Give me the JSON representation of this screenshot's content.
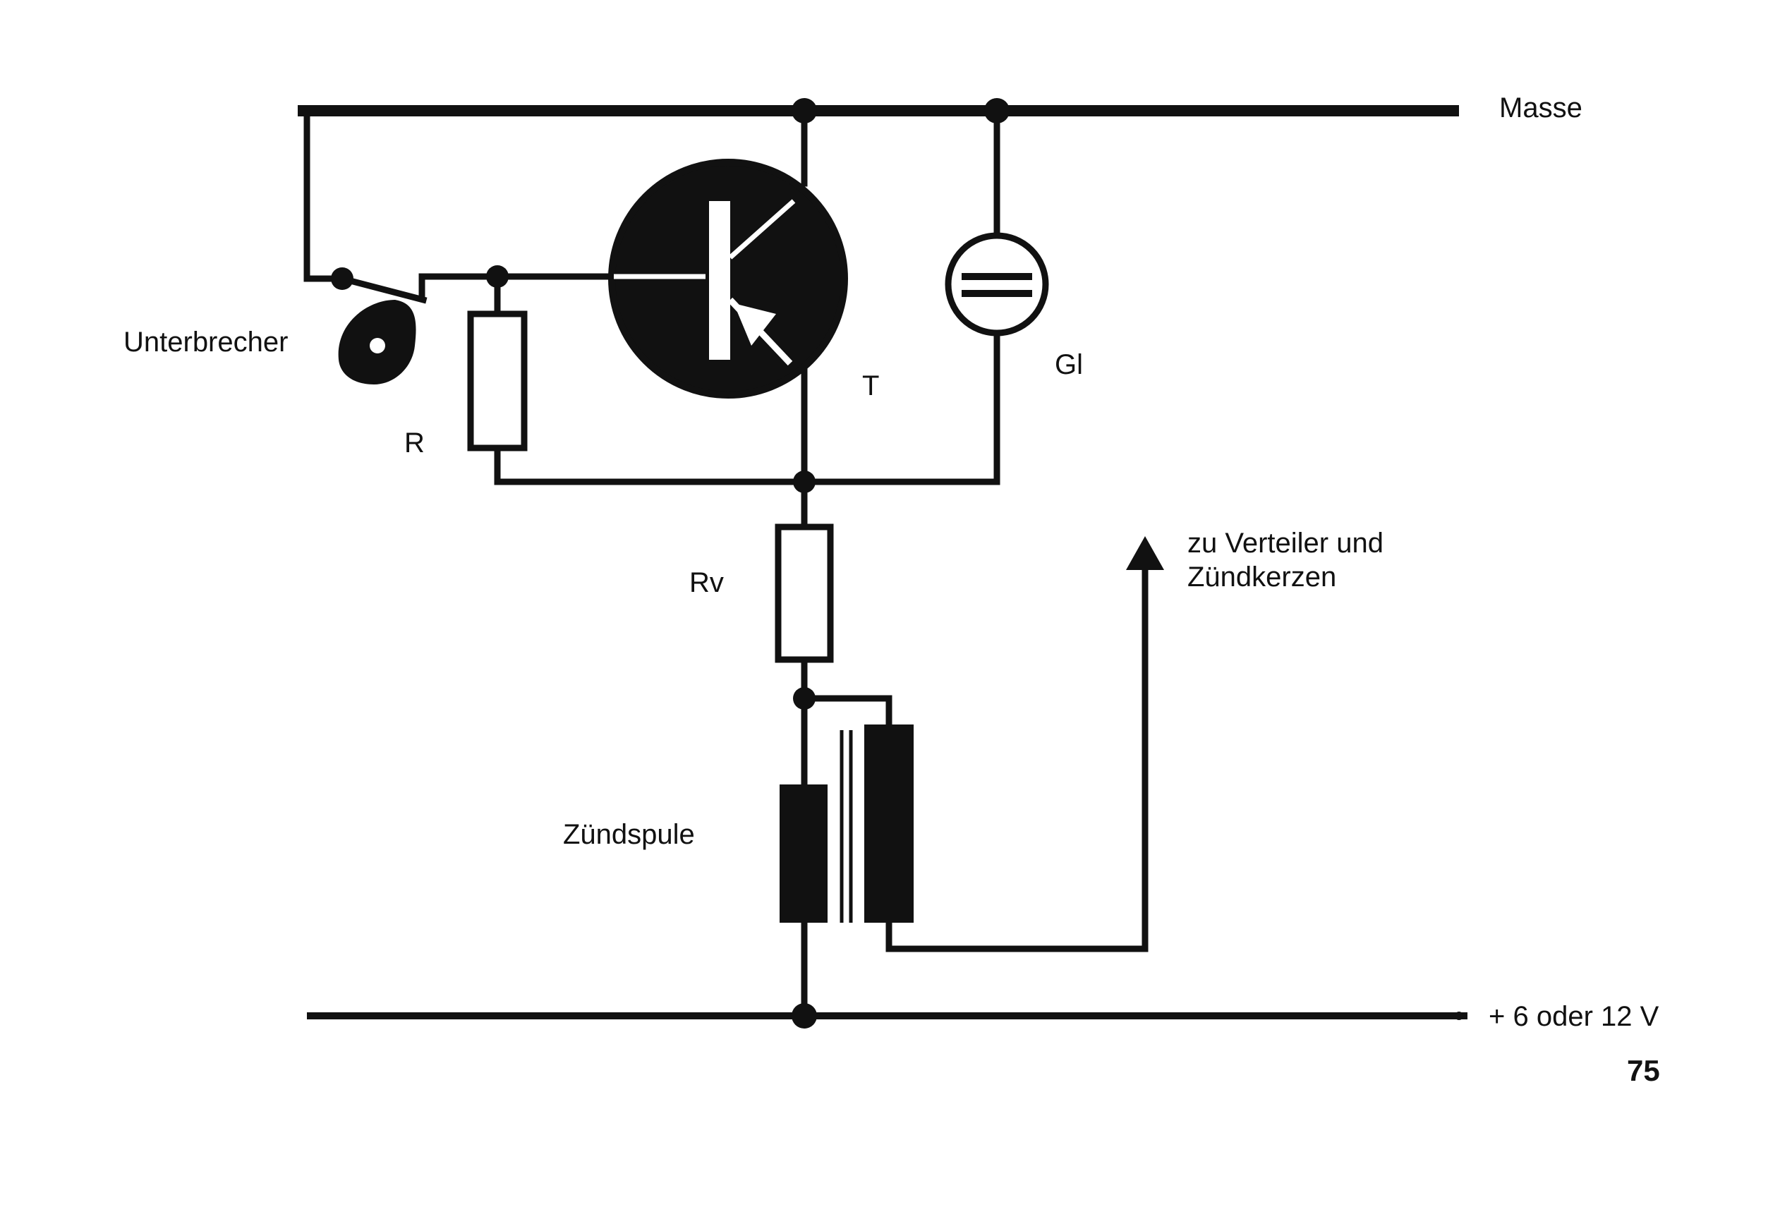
{
  "labels": {
    "ground": "Masse",
    "breaker": "Unterbrecher",
    "transistor": "T",
    "glow_lamp": "Gl",
    "resistor": "R",
    "series_resistor": "Rv",
    "distributor_line1": "zu Verteiler und",
    "distributor_line2": "Zündkerzen",
    "coil": "Zündspule",
    "supply": "+ 6 oder 12 V"
  },
  "page_number": "75",
  "colors": {
    "ink": "#111111",
    "paper": "#ffffff"
  }
}
